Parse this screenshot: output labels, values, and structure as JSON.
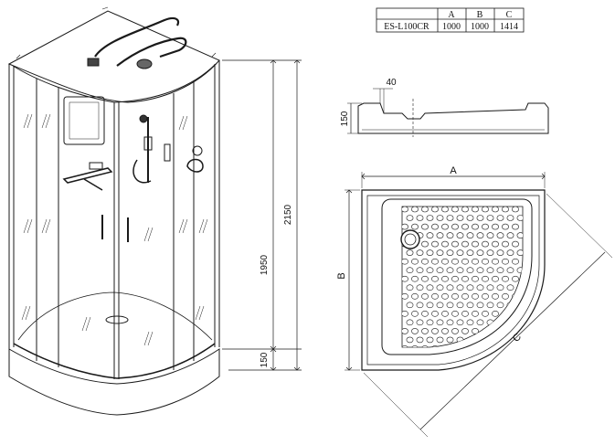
{
  "spec_table": {
    "columns": [
      "",
      "A",
      "B",
      "C"
    ],
    "rows": [
      [
        "ES-L100CR",
        "1000",
        "1000",
        "1414"
      ]
    ]
  },
  "cabin_dims": {
    "total_height": "2150",
    "glass_height": "1950",
    "tray_height": "150"
  },
  "profile_dims": {
    "tray_height": "150",
    "rim_width": "40"
  },
  "plan_dims": {
    "width_label": "A",
    "depth_label": "B",
    "diagonal_label": "C"
  },
  "colors": {
    "line": "#1a1a1a",
    "tray_fill": "#ffffff",
    "dot_fill": "#ffffff"
  }
}
